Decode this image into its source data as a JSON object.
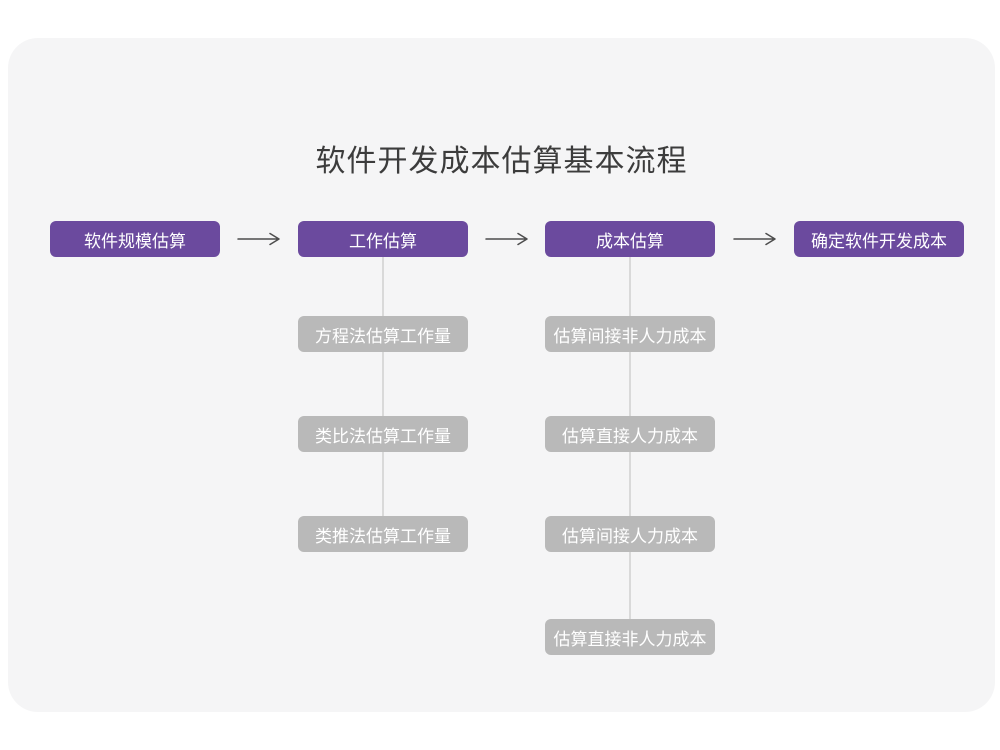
{
  "title": "软件开发成本估算基本流程",
  "flow": {
    "steps": [
      {
        "label": "软件规模估算"
      },
      {
        "label": "工作估算"
      },
      {
        "label": "成本估算"
      },
      {
        "label": "确定软件开发成本"
      }
    ]
  },
  "work_substeps": [
    {
      "label": "方程法估算工作量"
    },
    {
      "label": "类比法估算工作量"
    },
    {
      "label": "类推法估算工作量"
    }
  ],
  "cost_substeps": [
    {
      "label": "估算间接非人力成本"
    },
    {
      "label": "估算直接人力成本"
    },
    {
      "label": "估算间接人力成本"
    },
    {
      "label": "估算直接非人力成本"
    }
  ],
  "colors": {
    "primary": "#6b4a9e",
    "secondary": "#b9b9b9",
    "connector": "#d9d9d9",
    "arrow": "#4d4d4d",
    "title_text": "#3c3c3c",
    "canvas_bg": "#f5f5f6"
  }
}
